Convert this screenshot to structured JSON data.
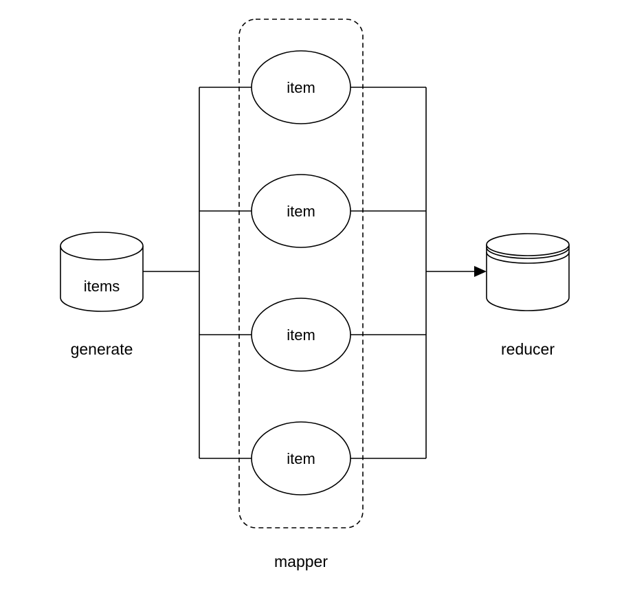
{
  "diagram": {
    "source": {
      "label": "items",
      "caption": "generate"
    },
    "mapper": {
      "caption": "mapper",
      "nodes": [
        {
          "label": "item"
        },
        {
          "label": "item"
        },
        {
          "label": "item"
        },
        {
          "label": "item"
        }
      ]
    },
    "sink": {
      "caption": "reducer"
    }
  },
  "colors": {
    "stroke": "#000000",
    "background": "#ffffff"
  }
}
